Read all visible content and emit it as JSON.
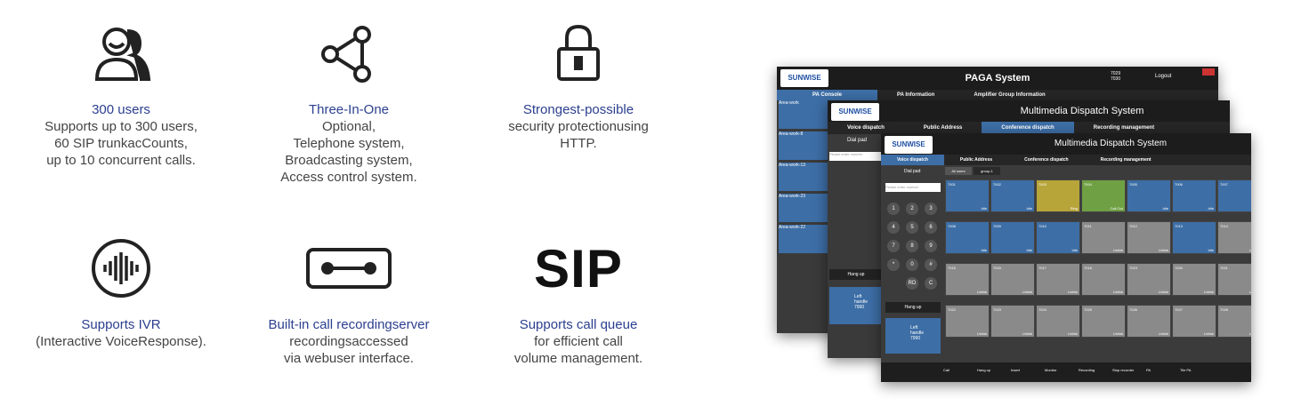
{
  "features": [
    {
      "icon": "users-icon",
      "title": "300 users",
      "desc": "Supports up to 300 users,\n60 SIP trunkacCounts,\nup to 10 concurrent calls."
    },
    {
      "icon": "share-icon",
      "title": "Three-In-One",
      "desc": "Optional,\nTelephone system,\nBroadcasting system,\nAccess control system."
    },
    {
      "icon": "lock-icon",
      "title": "Strongest-possible",
      "desc": "security protectionusing\nHTTP."
    },
    {
      "icon": "voice-waveform-icon",
      "title": "Supports IVR",
      "desc": "(Interactive VoiceResponse)."
    },
    {
      "icon": "recording-line-icon",
      "title": "Built-in call recordingserver",
      "desc": "recordingsaccessed\nvia webuser interface."
    },
    {
      "icon": "sip-text-icon",
      "icon_text": "SIP",
      "title": "Supports call queue",
      "desc": "for efficient call\nvolume management."
    }
  ],
  "screens": {
    "back": {
      "logo": "SUNWISE",
      "title": "PAGA System",
      "user": "7029\n7030",
      "logout": "Logout",
      "tabs": [
        "PA Console",
        "PA Information",
        "Amplifier Group Information"
      ],
      "areas": [
        "Area-work",
        "Area-work-8",
        "Area-work-13",
        "Area-work-23",
        "Area-work-22"
      ]
    },
    "middle": {
      "logo": "SUNWISE",
      "title": "Multimedia Dispatch System",
      "tabs": [
        "Voice dispatch",
        "Public Address",
        "Conference dispatch",
        "Recording management"
      ],
      "dialpad": "Dial pad",
      "placeholder": "Please enter number",
      "hangup": "Hang up",
      "handle": "Left\nhandle\n7990"
    },
    "front": {
      "logo": "SUNWISE",
      "title": "Multimedia Dispatch System",
      "tabs": [
        "Voice dispatch",
        "Public Address",
        "Conference dispatch",
        "Recording management"
      ],
      "dialpad": "Dial pad",
      "placeholder": "Please enter number",
      "hangup": "Hang up",
      "groups": [
        "All users",
        "group-1"
      ],
      "handle": "Left\nhandle\n7990",
      "keys": [
        "1",
        "2",
        "3",
        "4",
        "5",
        "6",
        "7",
        "8",
        "9",
        "*",
        "0",
        "#",
        "RD",
        "C"
      ],
      "cells": [
        {
          "num": "7001",
          "st": "Idle",
          "color": "#3d6ea6"
        },
        {
          "num": "7002",
          "st": "Idle",
          "color": "#3d6ea6"
        },
        {
          "num": "7003",
          "st": "Ring",
          "color": "#b7a53a"
        },
        {
          "num": "7004",
          "st": "Call Out",
          "color": "#6fa043"
        },
        {
          "num": "7005",
          "st": "Idle",
          "color": "#3d6ea6"
        },
        {
          "num": "7006",
          "st": "Idle",
          "color": "#3d6ea6"
        },
        {
          "num": "7007",
          "st": "Idle",
          "color": "#3d6ea6"
        },
        {
          "num": "7008",
          "st": "Idle",
          "color": "#3d6ea6"
        },
        {
          "num": "7009",
          "st": "Idle",
          "color": "#3d6ea6"
        },
        {
          "num": "7010",
          "st": "Idle",
          "color": "#3d6ea6"
        },
        {
          "num": "7011",
          "st": "Unlink",
          "color": "#8a8a8a"
        },
        {
          "num": "7012",
          "st": "Unlink",
          "color": "#8a8a8a"
        },
        {
          "num": "7013",
          "st": "Idle",
          "color": "#3d6ea6"
        },
        {
          "num": "7014",
          "st": "Unlink",
          "color": "#8a8a8a"
        },
        {
          "num": "7015",
          "st": "Unlink",
          "color": "#8a8a8a"
        },
        {
          "num": "7016",
          "st": "Unlink",
          "color": "#8a8a8a"
        },
        {
          "num": "7017",
          "st": "Unlink",
          "color": "#8a8a8a"
        },
        {
          "num": "7018",
          "st": "Unlink",
          "color": "#8a8a8a"
        },
        {
          "num": "7019",
          "st": "Unlink",
          "color": "#8a8a8a"
        },
        {
          "num": "7020",
          "st": "Unlink",
          "color": "#8a8a8a"
        },
        {
          "num": "7021",
          "st": "Unlink",
          "color": "#8a8a8a"
        },
        {
          "num": "7022",
          "st": "Unlink",
          "color": "#8a8a8a"
        },
        {
          "num": "7023",
          "st": "Unlink",
          "color": "#8a8a8a"
        },
        {
          "num": "7024",
          "st": "Unlink",
          "color": "#8a8a8a"
        },
        {
          "num": "7025",
          "st": "Unlink",
          "color": "#8a8a8a"
        },
        {
          "num": "7026",
          "st": "Unlink",
          "color": "#8a8a8a"
        },
        {
          "num": "7027",
          "st": "Unlink",
          "color": "#8a8a8a"
        },
        {
          "num": "7028",
          "st": "Unlink",
          "color": "#8a8a8a"
        }
      ],
      "toolbar": [
        "Call",
        "Hang up",
        "Insert",
        "Monitor",
        "Recording",
        "Stop recorder",
        "PA",
        "Tile PA"
      ]
    }
  }
}
